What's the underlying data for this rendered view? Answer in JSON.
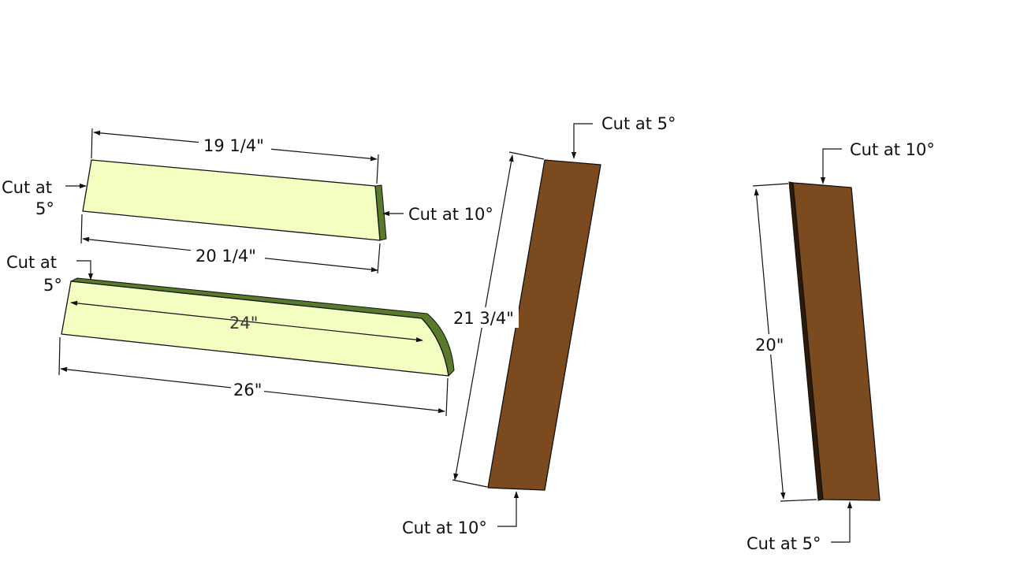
{
  "colors": {
    "light_board": "#f2ffc0",
    "light_board_edge": "#5a7a2b",
    "dark_board": "#7b4a1e",
    "dark_board_edge": "#2e1a08",
    "dimension_line": "#111111"
  },
  "part_a": {
    "top_length": "19 1/4\"",
    "bottom_length": "20 1/4\"",
    "left_cut_line1": "Cut at",
    "left_cut_line2": "5°",
    "right_cut": "Cut at 10°"
  },
  "part_b": {
    "inner_length": "24\"",
    "overall_length": "26\"",
    "cut_line1": "Cut at",
    "cut_line2": "5°"
  },
  "part_c": {
    "length": "21 3/4\"",
    "top_cut": "Cut at 5°",
    "bottom_cut": "Cut at 10°"
  },
  "part_d": {
    "length": "20\"",
    "top_cut": "Cut at 10°",
    "bottom_cut": "Cut at 5°"
  }
}
